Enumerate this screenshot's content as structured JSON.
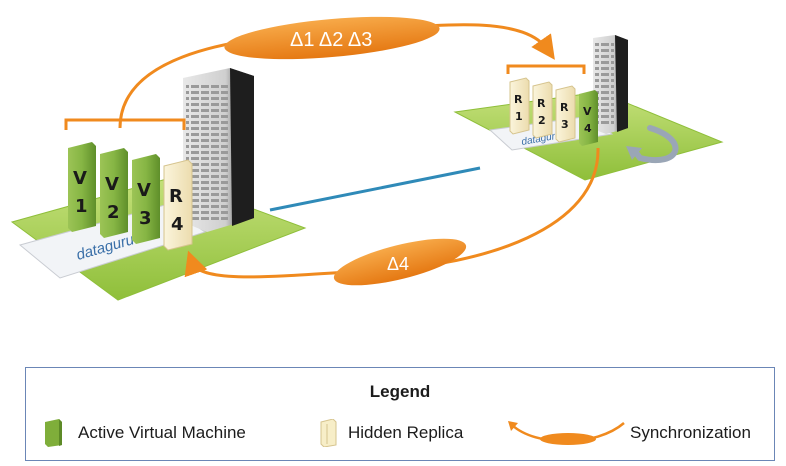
{
  "diagram": {
    "top_sync_deltas": "Δ1 Δ2 Δ3",
    "bottom_sync_delta": "Δ4",
    "left_site": {
      "brand": "dataguru",
      "machines": [
        {
          "letter": "V",
          "number": "1",
          "kind": "active"
        },
        {
          "letter": "V",
          "number": "2",
          "kind": "active"
        },
        {
          "letter": "V",
          "number": "3",
          "kind": "active"
        },
        {
          "letter": "R",
          "number": "4",
          "kind": "replica"
        }
      ]
    },
    "right_site": {
      "brand": "dataguru",
      "machines": [
        {
          "letter": "R",
          "number": "1",
          "kind": "replica"
        },
        {
          "letter": "R",
          "number": "2",
          "kind": "replica"
        },
        {
          "letter": "R",
          "number": "3",
          "kind": "replica"
        },
        {
          "letter": "V",
          "number": "4",
          "kind": "active"
        }
      ]
    }
  },
  "legend": {
    "title": "Legend",
    "items": [
      {
        "label": "Active Virtual Machine",
        "icon": "active-vm-icon"
      },
      {
        "label": "Hidden Replica",
        "icon": "hidden-replica-icon"
      },
      {
        "label": "Synchronization",
        "icon": "synchronization-icon"
      }
    ]
  },
  "colors": {
    "platform_green": "#a6cf4a",
    "active_vm_green": "#7fae3a",
    "replica_cream": "#f7eec8",
    "sync_orange": "#f08a1e",
    "link_blue": "#2f8ab8",
    "legend_border": "#6b86b6"
  }
}
